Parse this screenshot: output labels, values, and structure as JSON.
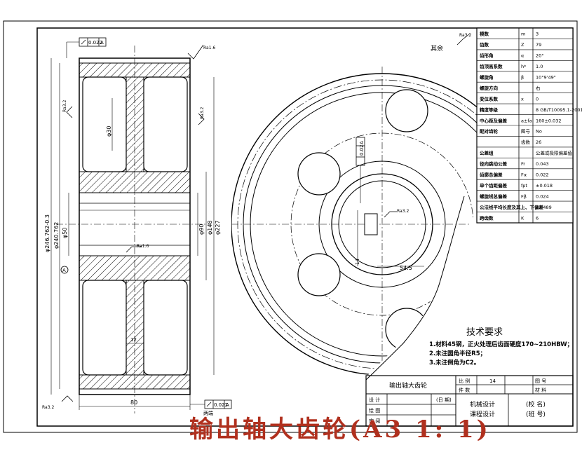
{
  "footer_title": "输出轴大齿轮(A3 1: 1)",
  "params": {
    "rows": [
      {
        "name": "模数",
        "sym": "m",
        "val": "3"
      },
      {
        "name": "齿数",
        "sym": "Z",
        "val": "79"
      },
      {
        "name": "齿形角",
        "sym": "α",
        "val": "20°"
      },
      {
        "name": "齿顶高系数",
        "sym": "h*",
        "val": "1.0"
      },
      {
        "name": "螺旋角",
        "sym": "β",
        "val": "10°9'49\""
      },
      {
        "name": "螺旋方向",
        "sym": "",
        "val": "右"
      },
      {
        "name": "变位系数",
        "sym": "x",
        "val": "0"
      },
      {
        "name": "精度等级",
        "sym": "",
        "val": "8 GB/T10095.1-2001"
      },
      {
        "name": "中心距及偏差",
        "sym": "a±fa",
        "val": "160±0.032"
      },
      {
        "name": "配对齿轮",
        "sym": "图号",
        "val": "No"
      },
      {
        "name": "",
        "sym": "齿数",
        "val": "26"
      },
      {
        "name": "公差组",
        "sym": "",
        "val": "公差或极限偏差值"
      },
      {
        "name": "径向跳动公差",
        "sym": "Fr",
        "val": "0.043"
      },
      {
        "name": "齿廓总偏差",
        "sym": "Fα",
        "val": "0.022"
      },
      {
        "name": "单个齿距偏差",
        "sym": "fpt",
        "val": "±0.018"
      },
      {
        "name": "螺旋线总偏差",
        "sym": "Fβ",
        "val": "0.024"
      },
      {
        "name": "公法线平均长度及其上、下偏差",
        "sym": "",
        "val": "42.489"
      },
      {
        "name": "跨齿数",
        "sym": "K",
        "val": "6"
      }
    ]
  },
  "tech_req": {
    "title": "技术要求",
    "items": [
      "1.材料45钢，正火处理后齿面硬度170~210HBW；",
      "2.未注圆角半径R5；",
      "3.未注倒角为C2。"
    ]
  },
  "title_block": {
    "part_name": "输出轴大齿轮",
    "scale_label": "比 例",
    "scale_value": "14",
    "drawing_no_label": "图 号",
    "qty_label": "件 数",
    "material_label": "材 料",
    "designer_label": "设 计",
    "date_label": "(日 期)",
    "drawer_label": "绘 图",
    "checker_label": "审 阅",
    "course_line1": "机械设计",
    "course_line2": "课程设计",
    "school_line1": "(校 名)",
    "school_line2": "(班 号)"
  },
  "annotations": {
    "roughness_other": "其余",
    "ra_top": "Ra1.6",
    "ra_left": "Ra3.2",
    "ra_mid": "Ra3.2",
    "ra_hub": "Ra1.6",
    "ra_bottom": "Ra3.2",
    "ra_bore": "Ra3.2",
    "ra_key": "Ra3.2",
    "tol_top": "0.022",
    "tol_top_datum": "A",
    "tol_bottom": "0.022",
    "tol_bottom_datum": "A",
    "tol_key": "0.02",
    "tol_key_datum": "A",
    "both_ends": "两端",
    "dim_root": "φ240.762",
    "dim_tip": "φ246.762-0.3",
    "dim_mid": "φ50",
    "dim_web": "φ90",
    "dim_boss": "φ148",
    "dim_rim": "φ227",
    "dim_hole": "φ30",
    "dim_width": "80",
    "dim_web_thk": "12",
    "dim_keyway": "14",
    "dim_key_depth": "54.5",
    "datum_a": "A"
  }
}
